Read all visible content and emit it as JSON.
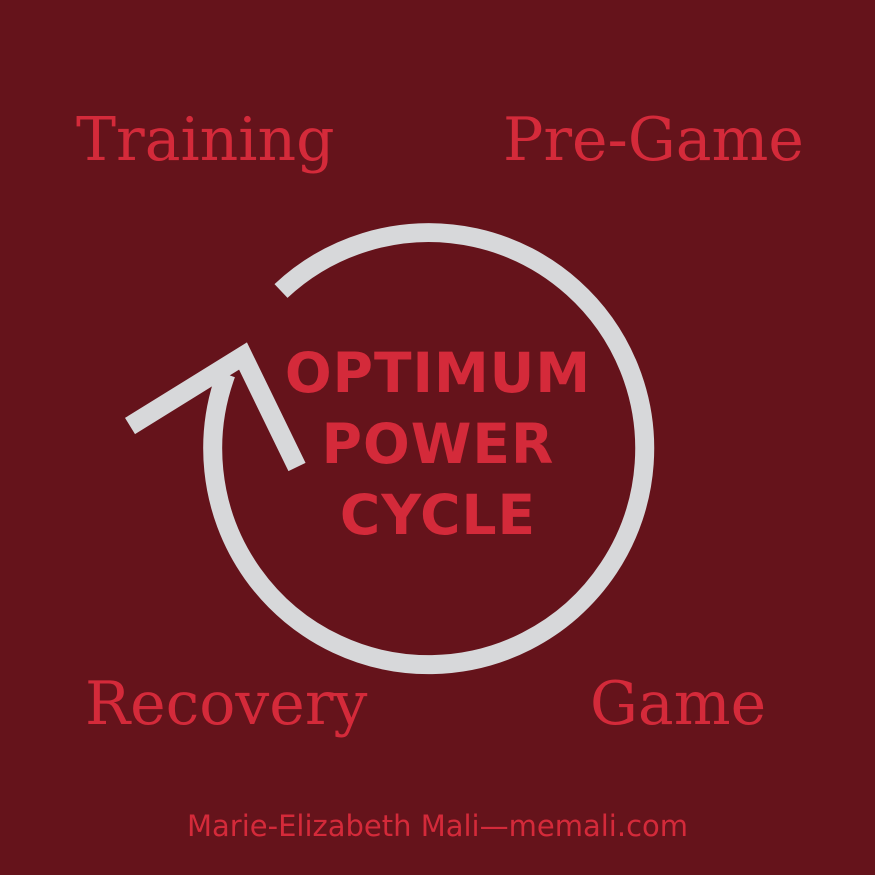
{
  "diagram": {
    "labels": {
      "top_left": "Training",
      "top_right": "Pre-Game",
      "bottom_left": "Recovery",
      "bottom_right": "Game"
    },
    "center_title": [
      "OPTIMUM",
      "POWER",
      "CYCLE"
    ],
    "credit": "Marie-Elizabeth Mali—memali.com"
  },
  "colors": {
    "background": "#65131b",
    "text_accent": "#d42a3a",
    "arrow": "#d7d8da"
  },
  "icons": {
    "cycle": "circular-arrow-icon"
  }
}
